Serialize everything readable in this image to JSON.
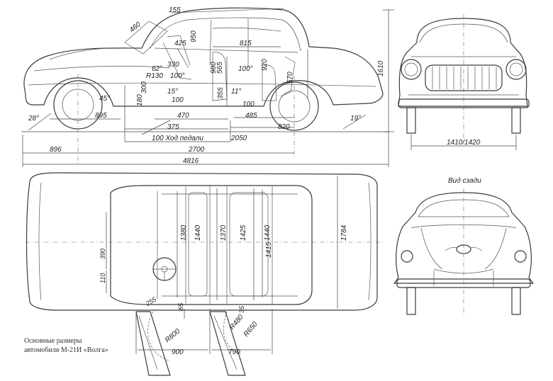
{
  "caption": {
    "line1": "Основные размеры",
    "line2": "автомобиля М-21И «Волга»"
  },
  "view_labels": {
    "rear": "Вид сзади"
  },
  "dimensions": {
    "side": {
      "d155": "155",
      "d460": "460",
      "d425": "425",
      "d950": "950",
      "d815": "815",
      "d1610": "1610",
      "d565": "565",
      "d100deg_a": "100°",
      "d920": "920",
      "d100deg_b": "100°",
      "d980": "980",
      "d330": "330",
      "d62": "62°",
      "r130": "R130",
      "d570": "570",
      "d300": "300",
      "d45": "45°",
      "d15": "15°",
      "d11": "11°",
      "d355": "355",
      "d100": "100",
      "d180": "180",
      "d28": "28°",
      "d895": "895",
      "d470": "470",
      "d100b": "100",
      "d19": "19°",
      "d485": "485",
      "d375": "375",
      "d820": "820",
      "pedal": "100 Ход педали",
      "d2050": "2050",
      "d896": "896",
      "d2700": "2700",
      "d4816": "4816"
    },
    "front": {
      "track": "1410/1420"
    },
    "top": {
      "d1380": "1380",
      "d1440a": "1440",
      "d1370": "1370",
      "d1425": "1425",
      "d1415": "1415",
      "d1440b": "1440",
      "d1784": "1784",
      "d390": "390",
      "d110": "110",
      "d255": "255",
      "d65": "65",
      "r800": "R800",
      "r480": "R480",
      "r650": "R650",
      "d35": "35",
      "d900": "900",
      "d790": "790"
    }
  },
  "icons": {
    "hood_emblem": "gaz-emblem-icon",
    "steering": "steering-wheel-icon"
  }
}
